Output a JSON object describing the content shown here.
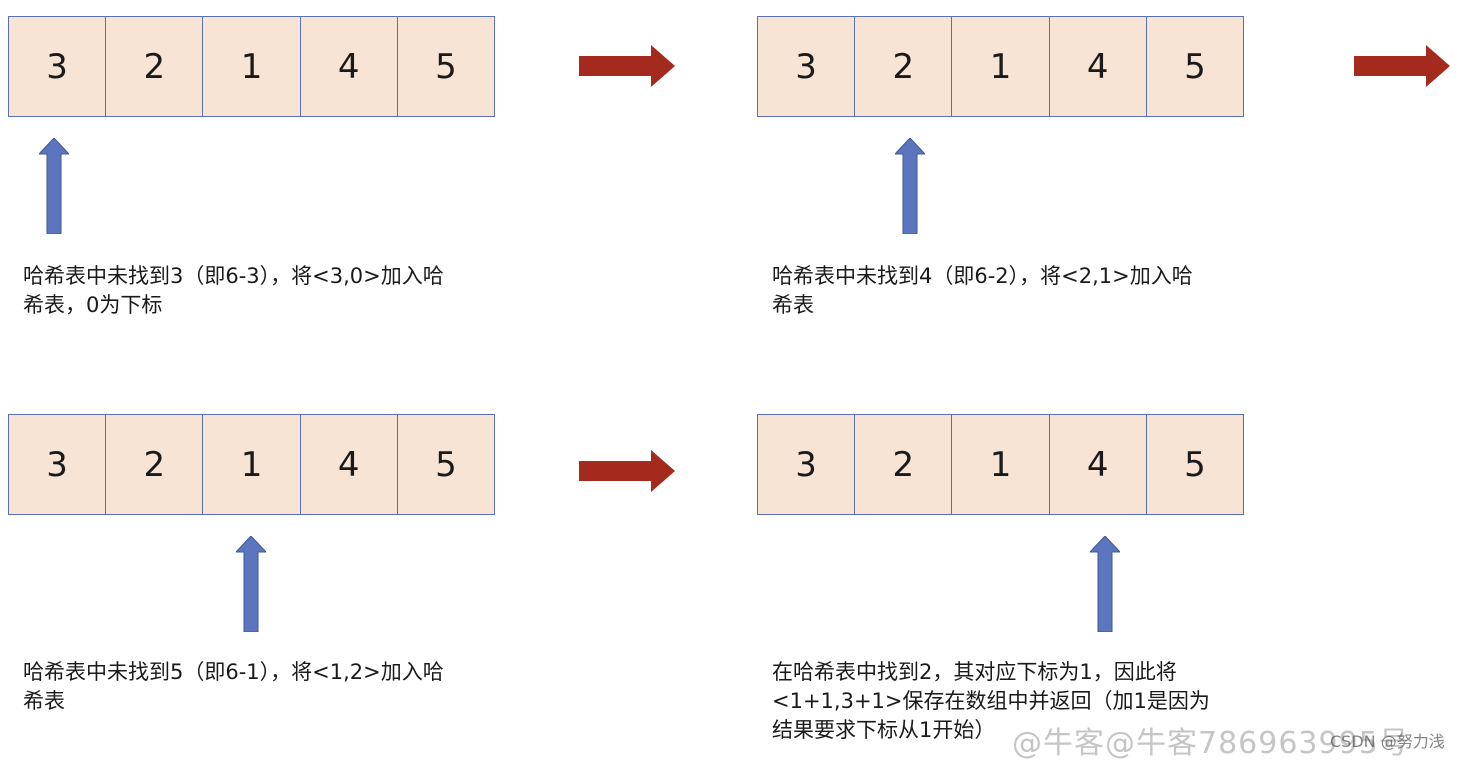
{
  "colors": {
    "cell_fill": "#f7e4d4",
    "cell_border": "#5b6fb4",
    "pointer_arrow": "#5b76bf",
    "flow_arrow": "#a32a1c"
  },
  "steps": [
    {
      "cells": [
        "3",
        "2",
        "1",
        "4",
        "5"
      ],
      "pointer_index": 0,
      "caption": "哈希表中未找到3（即6-3），将<3,0>加入哈\n希表，0为下标"
    },
    {
      "cells": [
        "3",
        "2",
        "1",
        "4",
        "5"
      ],
      "pointer_index": 1,
      "caption": "哈希表中未找到4（即6-2），将<2,1>加入哈\n希表"
    },
    {
      "cells": [
        "3",
        "2",
        "1",
        "4",
        "5"
      ],
      "pointer_index": 2,
      "caption": "哈希表中未找到5（即6-1），将<1,2>加入哈\n希表"
    },
    {
      "cells": [
        "3",
        "2",
        "1",
        "4",
        "5"
      ],
      "pointer_index": 3,
      "caption": "在哈希表中找到2，其对应下标为1，因此将\n<1+1,3+1>保存在数组中并返回（加1是因为\n结果要求下标从1开始）"
    }
  ],
  "watermark": {
    "text": "@牛客@牛客786963995号",
    "csdn": "CSDN @努力浅"
  }
}
